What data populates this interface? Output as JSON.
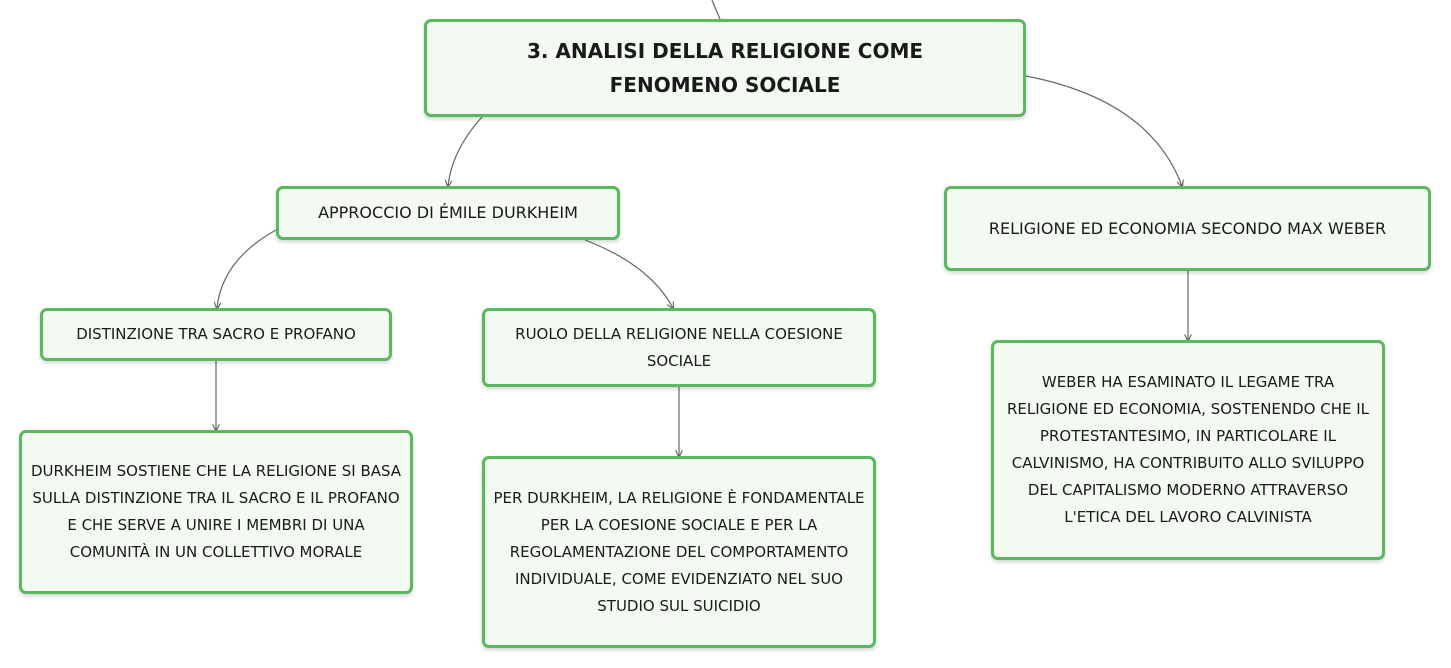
{
  "colors": {
    "node_border": "#5cb85f",
    "node_fill": "#f3faf2",
    "connector": "#666666",
    "text": "#1a1a1a"
  },
  "root": {
    "label": "3. ANALISI DELLA RELIGIONE COME FENOMENO SOCIALE"
  },
  "durkheim": {
    "label": "APPROCCIO DI ÉMILE DURKHEIM",
    "sacro": {
      "label": "DISTINZIONE TRA SACRO E PROFANO",
      "detail": "DURKHEIM SOSTIENE CHE LA RELIGIONE SI BASA SULLA DISTINZIONE TRA IL SACRO E IL PROFANO E CHE SERVE A UNIRE I MEMBRI DI UNA COMUNITÀ IN UN COLLETTIVO MORALE"
    },
    "coesione": {
      "label": "RUOLO DELLA RELIGIONE NELLA COESIONE SOCIALE",
      "detail": "PER DURKHEIM, LA RELIGIONE È FONDAMENTALE PER LA COESIONE SOCIALE E PER LA REGOLAMENTAZIONE DEL COMPORTAMENTO INDIVIDUALE, COME EVIDENZIATO NEL SUO STUDIO SUL SUICIDIO"
    }
  },
  "weber": {
    "label": "RELIGIONE ED ECONOMIA SECONDO MAX WEBER",
    "detail": "WEBER HA ESAMINATO IL LEGAME TRA RELIGIONE ED ECONOMIA, SOSTENENDO CHE IL PROTESTANTESIMO, IN PARTICOLARE IL CALVINISMO, HA CONTRIBUITO ALLO SVILUPPO DEL CAPITALISMO MODERNO ATTRAVERSO L'ETICA DEL LAVORO CALVINISTA"
  }
}
